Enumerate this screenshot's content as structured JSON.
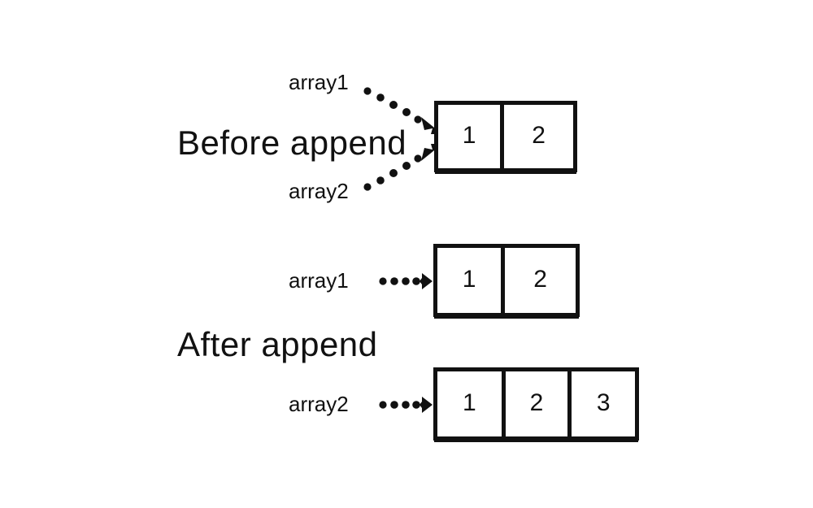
{
  "diagram": {
    "title": "Array append aliasing diagram",
    "background_color": "#ffffff",
    "ink_color": "#111111"
  },
  "sections": [
    {
      "id": "before",
      "label": "Before append"
    },
    {
      "id": "after",
      "label": "After append"
    }
  ],
  "pointers": [
    {
      "id": "before-array1",
      "label": "array1",
      "arrow": "dotted-diagonal-down"
    },
    {
      "id": "before-array2",
      "label": "array2",
      "arrow": "dotted-diagonal-up"
    },
    {
      "id": "after-array1",
      "label": "array1",
      "arrow": "dotted-horizontal"
    },
    {
      "id": "after-array2",
      "label": "array2",
      "arrow": "dotted-horizontal"
    }
  ],
  "arrays": [
    {
      "id": "before-shared-array",
      "caption": "Before append",
      "cells": [
        "1",
        "2"
      ],
      "pointed_to_by": [
        "array1",
        "array2"
      ]
    },
    {
      "id": "after-array1-array",
      "caption": "After append",
      "cells": [
        "1",
        "2"
      ],
      "pointed_to_by": [
        "array1"
      ]
    },
    {
      "id": "after-array2-array",
      "caption": "After append",
      "cells": [
        "1",
        "2",
        "3"
      ],
      "pointed_to_by": [
        "array2"
      ]
    }
  ],
  "icons": {
    "arrowhead": "solid-triangle-arrowhead",
    "dotted_line": "dotted-leader-line"
  }
}
